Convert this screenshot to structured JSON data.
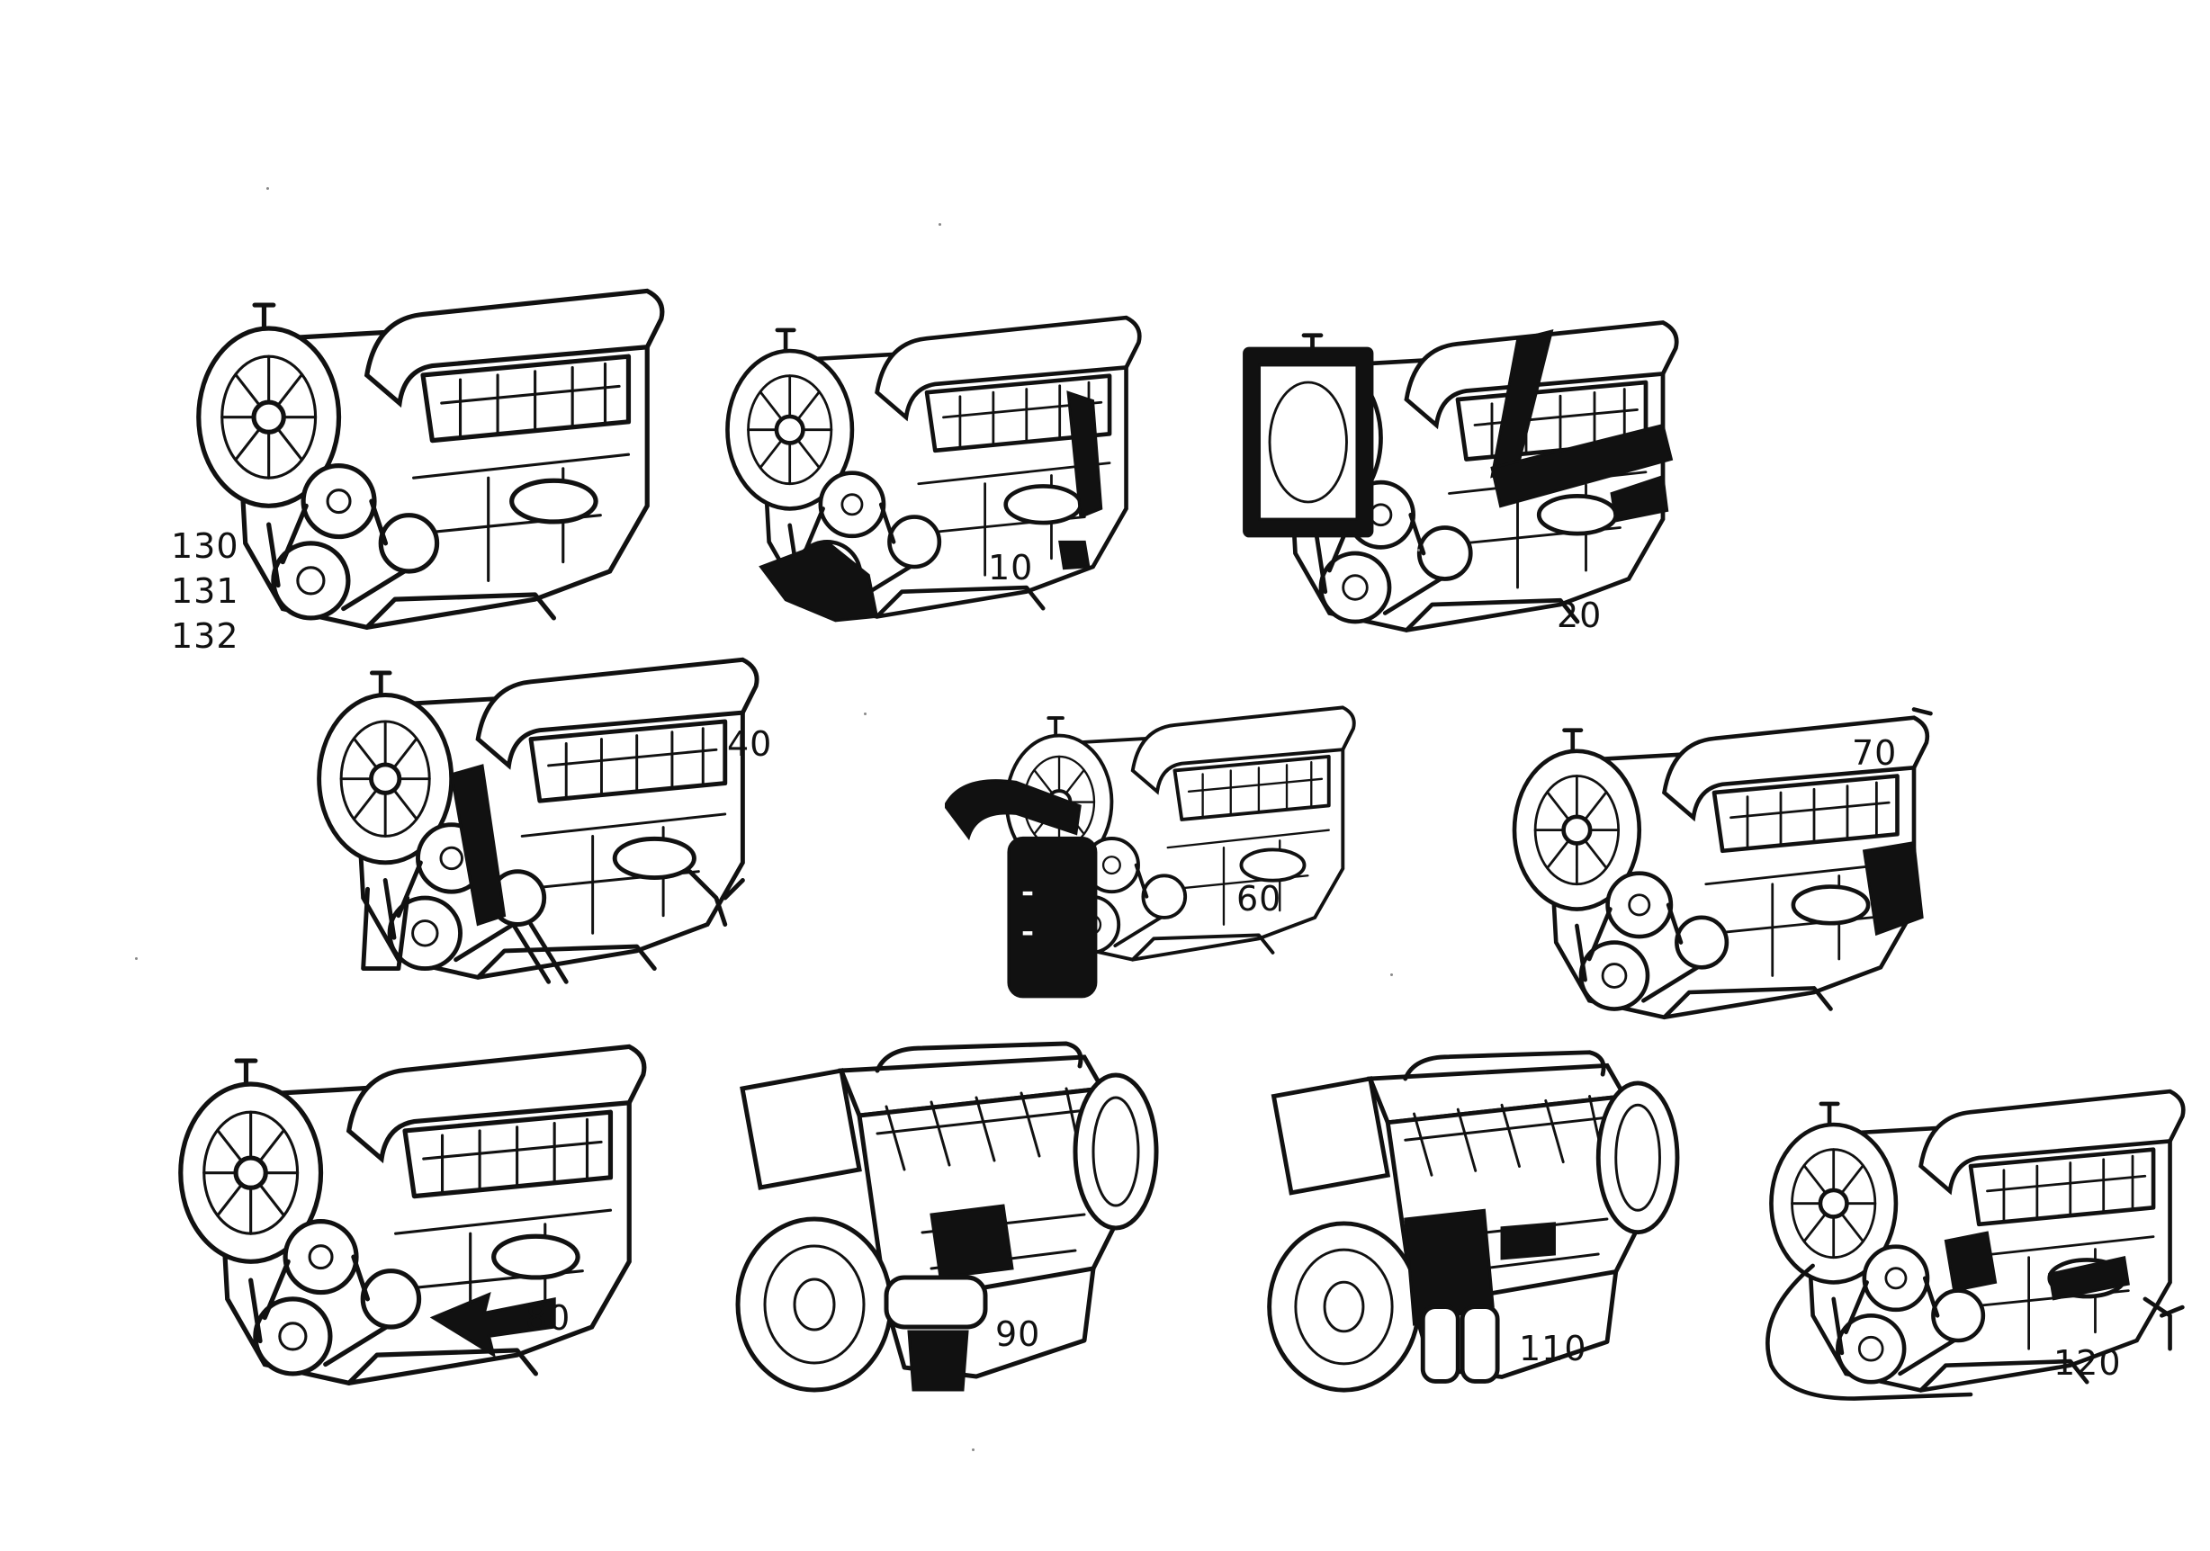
{
  "callouts": {
    "c130": "130",
    "c131": "131",
    "c132": "132",
    "c10": "10",
    "c20": "20",
    "c40": "40",
    "c60": "60",
    "c70": "70",
    "c80": "80",
    "c90": "90",
    "c110": "110",
    "c120": "120"
  },
  "colors": {
    "ink": "#111111",
    "paper": "#ffffff"
  },
  "icons": [
    "engine-drawing-icon",
    "arrow-icon"
  ]
}
